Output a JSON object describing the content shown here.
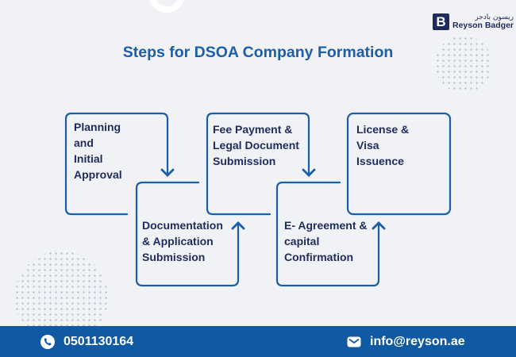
{
  "header": {
    "logo_mark": "B",
    "logo_arabic": "ريسون بادجر",
    "logo_name": "Reyson Badger"
  },
  "title": "Steps for DSOA Company Formation",
  "steps": [
    {
      "lines": [
        "Planning",
        "and",
        "Initial",
        "Approval"
      ]
    },
    {
      "lines": [
        "Documentation",
        "& Application",
        "Submission"
      ]
    },
    {
      "lines": [
        "Fee Payment &",
        "Legal Document",
        "Submission"
      ]
    },
    {
      "lines": [
        "E- Agreement &",
        "capital",
        "Confirmation"
      ]
    },
    {
      "lines": [
        "License &",
        "Visa",
        "Issuence"
      ]
    }
  ],
  "footer": {
    "phone": "0501130164",
    "email": "info@reyson.ae",
    "phone_icon": "phone-icon",
    "email_icon": "email-icon"
  }
}
